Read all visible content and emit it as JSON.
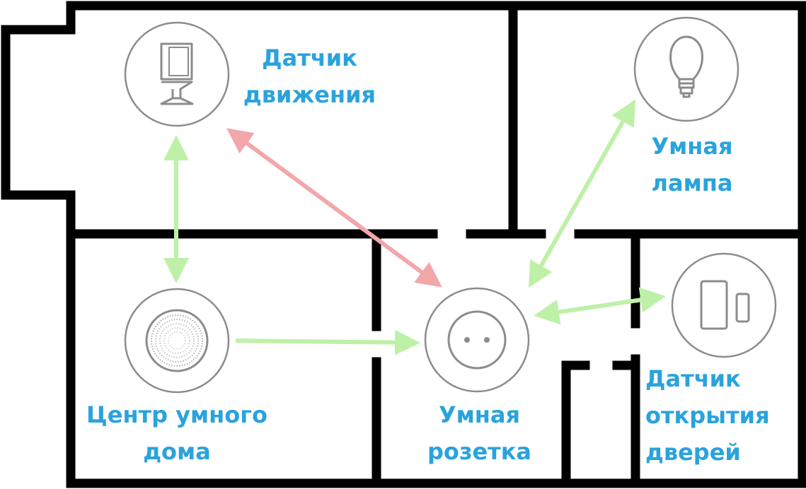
{
  "colors": {
    "wall": "#000000",
    "device_stroke": "#8c8c8c",
    "label": "#2aa3dd",
    "link_green": "#bff0a8",
    "link_red": "#f2a7ab"
  },
  "devices": {
    "motion_sensor": {
      "icon": "motion-sensor-icon",
      "label_line1": "Датчик",
      "label_line2": "движения"
    },
    "smart_lamp": {
      "icon": "light-bulb-icon",
      "label_line1": "Умная",
      "label_line2": "лампа"
    },
    "smart_hub": {
      "icon": "smart-hub-icon",
      "label_line1": "Центр умного",
      "label_line2": "дома"
    },
    "smart_socket": {
      "icon": "power-socket-icon",
      "label_line1": "Умная",
      "label_line2": "розетка"
    },
    "door_sensor": {
      "icon": "door-sensor-icon",
      "label_line1": "Датчик",
      "label_line2": "открытия",
      "label_line3": "дверей"
    }
  },
  "links": [
    {
      "from": "motion_sensor",
      "to": "smart_hub",
      "direction": "both",
      "color": "link_green"
    },
    {
      "from": "motion_sensor",
      "to": "smart_socket",
      "direction": "both",
      "color": "link_red"
    },
    {
      "from": "smart_hub",
      "to": "smart_socket",
      "direction": "forward",
      "color": "link_green"
    },
    {
      "from": "smart_socket",
      "to": "smart_lamp",
      "direction": "both",
      "color": "link_green"
    },
    {
      "from": "smart_socket",
      "to": "door_sensor",
      "direction": "both",
      "color": "link_green"
    }
  ]
}
